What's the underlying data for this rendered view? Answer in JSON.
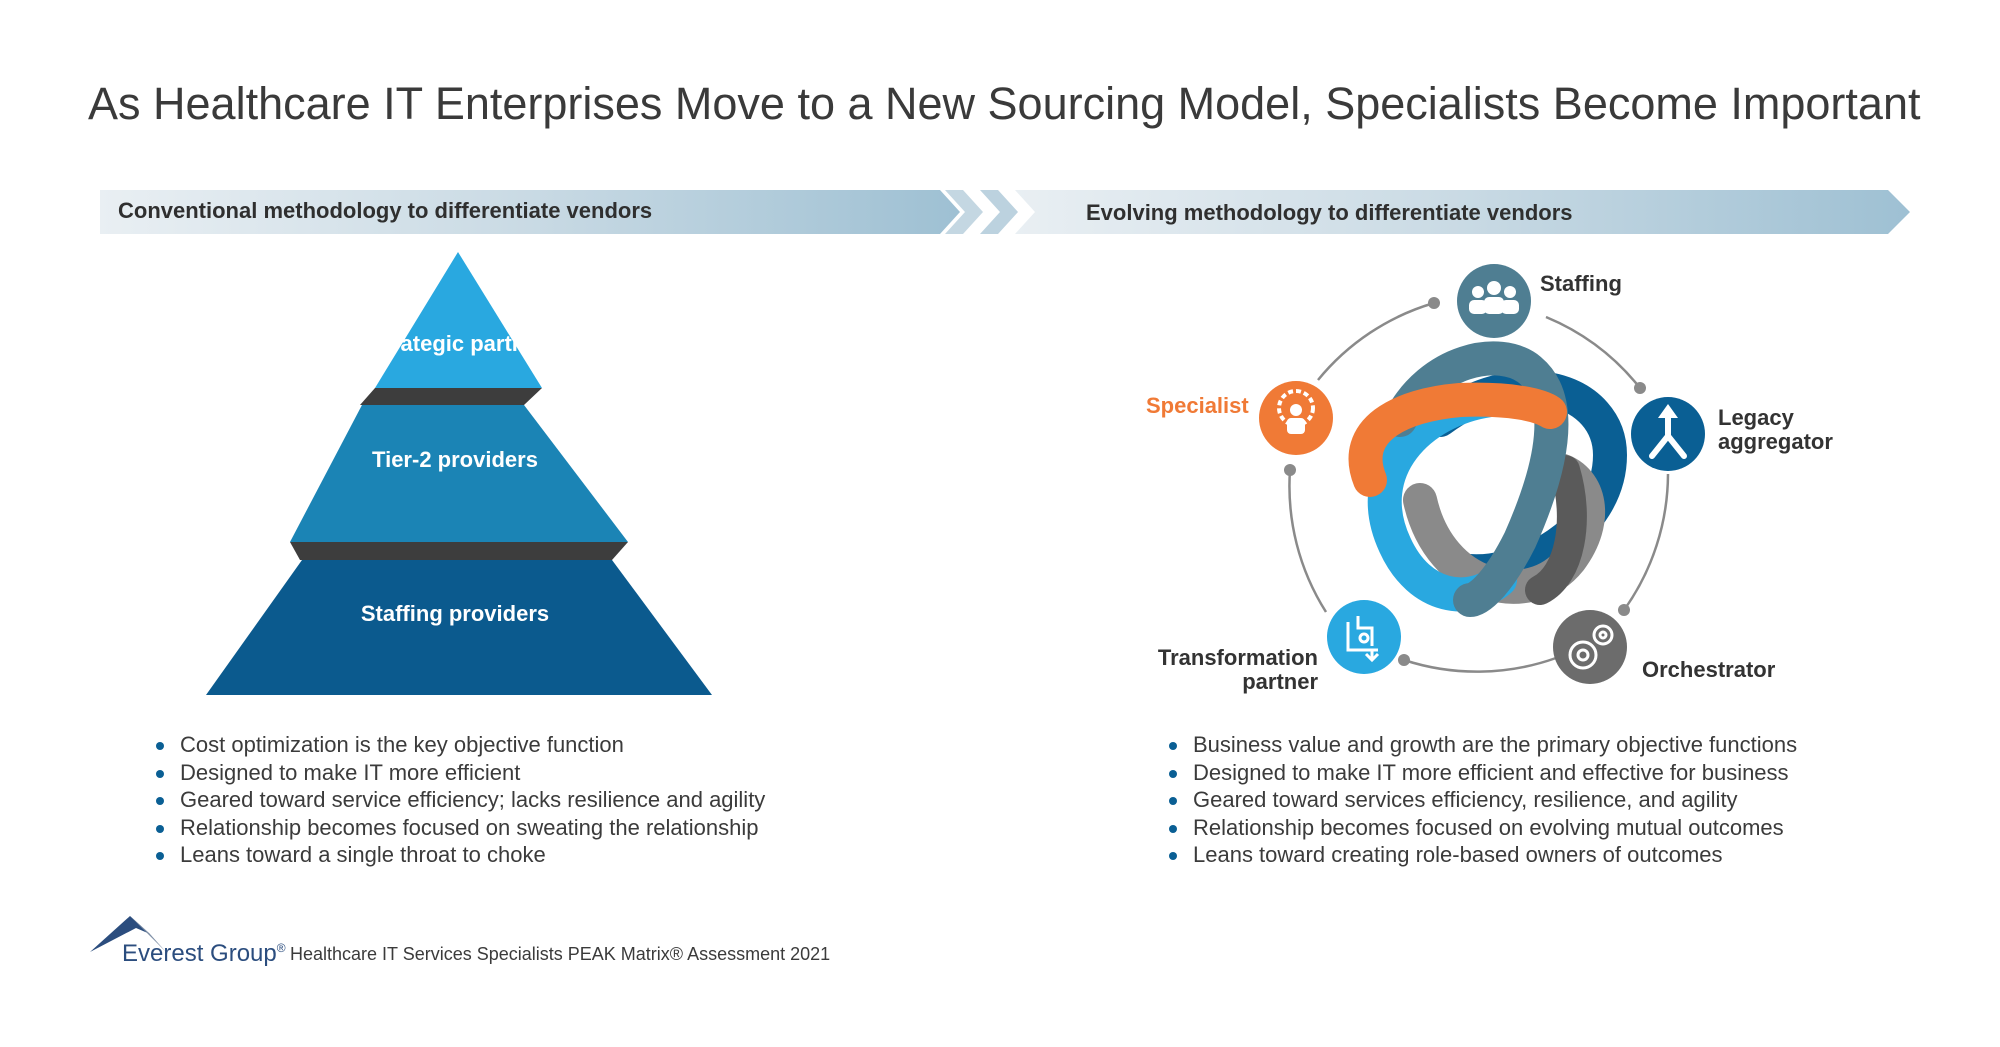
{
  "title": "As Healthcare IT Enterprises Move to a New Sourcing Model, Specialists Become Important",
  "banner": {
    "left_label": "Conventional methodology to differentiate vendors",
    "right_label": "Evolving methodology to differentiate vendors"
  },
  "pyramid": {
    "top": "Strategic partner",
    "middle": "Tier-2 providers",
    "bottom": "Staffing providers"
  },
  "left_bullets": [
    "Cost optimization is the key objective function",
    "Designed to make IT more efficient",
    "Geared toward service efficiency; lacks resilience and agility",
    "Relationship becomes focused on sweating the relationship",
    "Leans toward a single throat to choke"
  ],
  "ring": {
    "staffing": "Staffing",
    "legacy_aggregator": "Legacy aggregator",
    "orchestrator": "Orchestrator",
    "transformation_partner": "Transformation partner",
    "specialist": "Specialist"
  },
  "right_bullets": [
    "Business value and growth are the primary objective functions",
    "Designed to make IT more efficient and effective for business",
    "Geared toward services efficiency, resilience, and agility",
    "Relationship becomes focused on evolving mutual outcomes",
    "Leans toward creating role-based owners of outcomes"
  ],
  "footer": {
    "brand": "Everest Group",
    "brand_mark": "®",
    "text": "Healthcare IT Services Specialists PEAK Matrix® Assessment 2021"
  },
  "colors": {
    "pyramid_top": "#29a8e0",
    "pyramid_middle": "#1b84b5",
    "pyramid_bottom": "#0b5a8e",
    "pyramid_separator": "#3d3d3d",
    "staffing": "#4f7e92",
    "legacy_aggregator": "#0a5f94",
    "orchestrator": "#6c6c6c",
    "transformation_partner": "#29a8e0",
    "specialist": "#f07a36",
    "bullet": "#0a5f94"
  }
}
